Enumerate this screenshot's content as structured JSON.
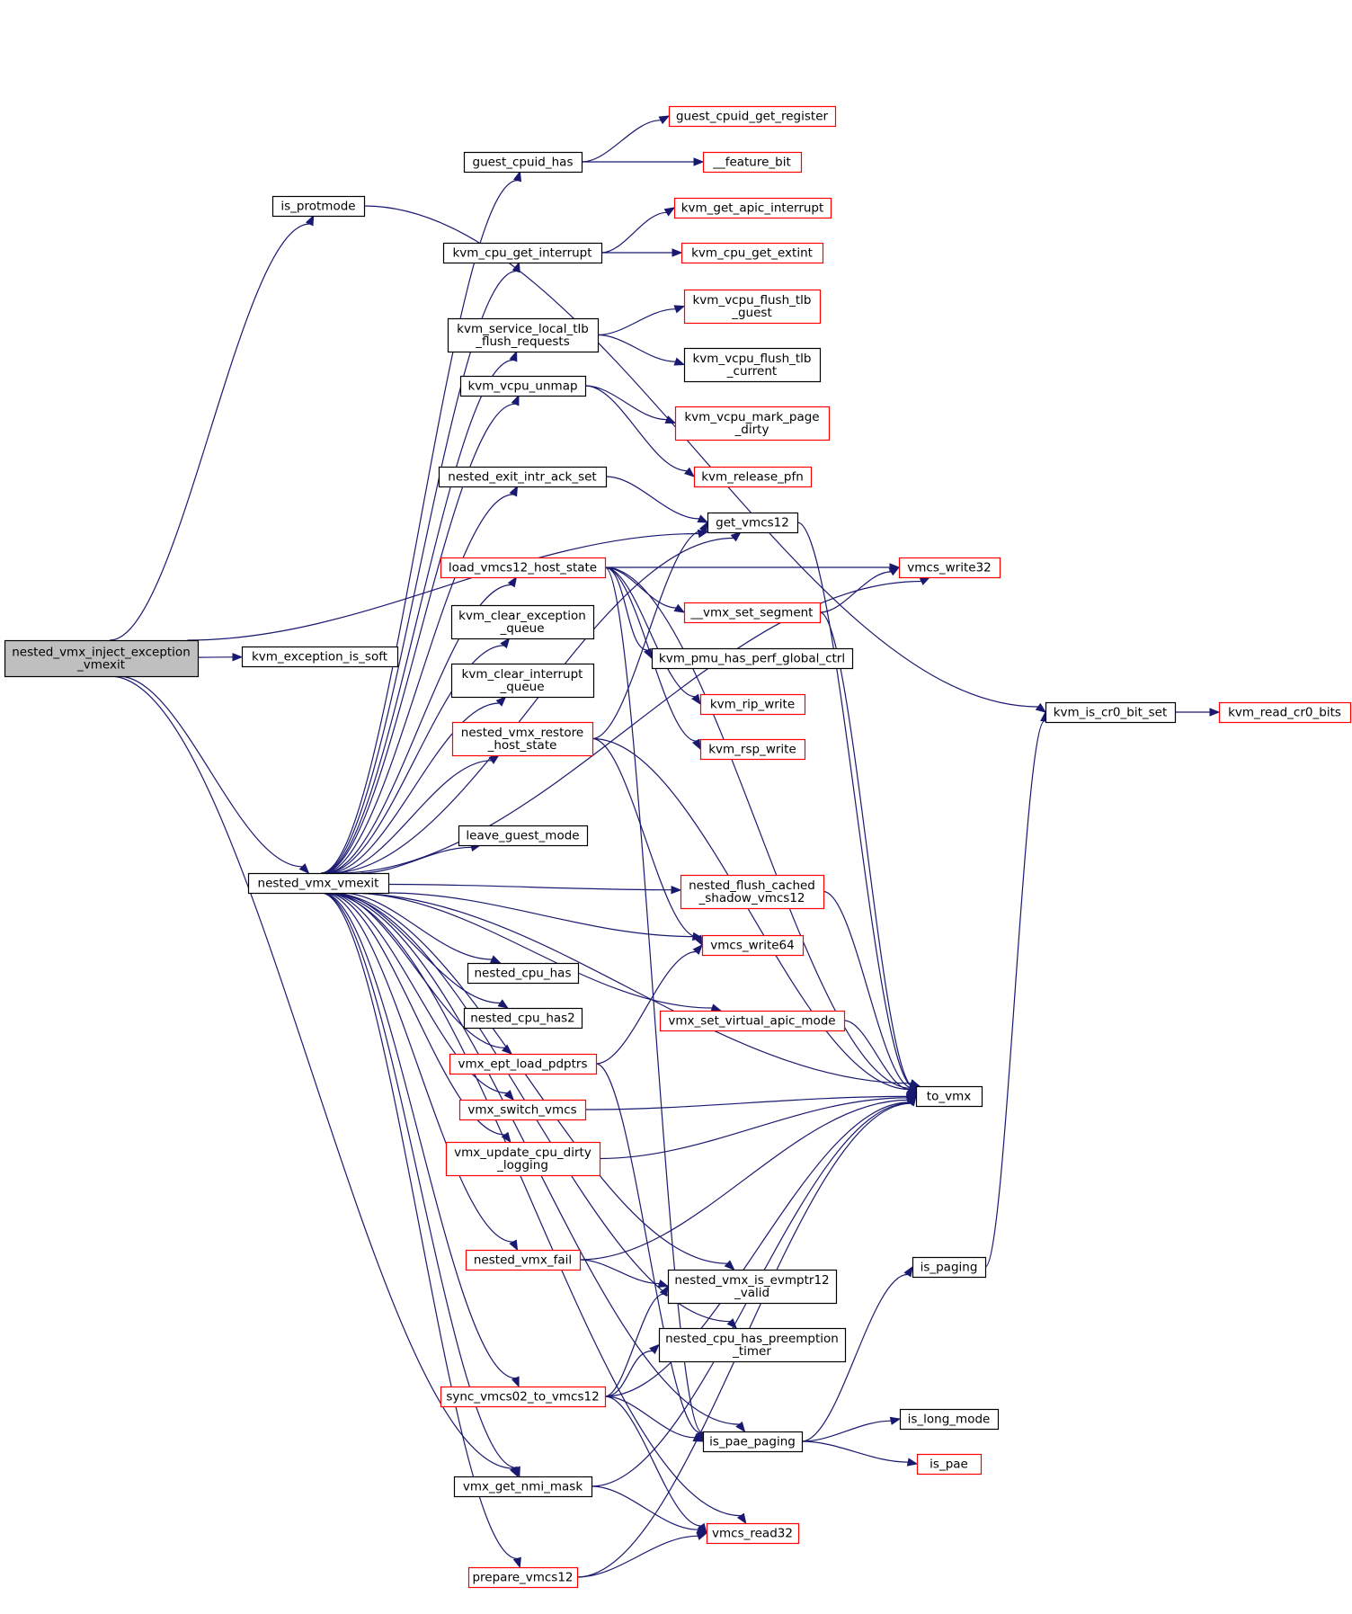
{
  "colors": {
    "edge": "#191970",
    "border_internal": "#000000",
    "border_external": "#ff0000",
    "fill_root": "#bfbfbf",
    "fill_node": "#ffffff"
  },
  "nodes": [
    {
      "id": "root",
      "lines": [
        "nested_vmx_inject_exception",
        "_vmexit"
      ],
      "kind": "root"
    },
    {
      "id": "is_protmode",
      "lines": [
        "is_protmode"
      ],
      "kind": "internal"
    },
    {
      "id": "kvm_exception_is_soft",
      "lines": [
        "kvm_exception_is_soft"
      ],
      "kind": "internal"
    },
    {
      "id": "nested_vmx_vmexit",
      "lines": [
        "nested_vmx_vmexit"
      ],
      "kind": "internal"
    },
    {
      "id": "guest_cpuid_has",
      "lines": [
        "guest_cpuid_has"
      ],
      "kind": "internal"
    },
    {
      "id": "kvm_cpu_get_interrupt",
      "lines": [
        "kvm_cpu_get_interrupt"
      ],
      "kind": "internal"
    },
    {
      "id": "kvm_service_local_tlb",
      "lines": [
        "kvm_service_local_tlb",
        "_flush_requests"
      ],
      "kind": "internal"
    },
    {
      "id": "kvm_vcpu_unmap",
      "lines": [
        "kvm_vcpu_unmap"
      ],
      "kind": "internal"
    },
    {
      "id": "nested_exit_intr_ack_set",
      "lines": [
        "nested_exit_intr_ack_set"
      ],
      "kind": "internal"
    },
    {
      "id": "load_vmcs12_host_state",
      "lines": [
        "load_vmcs12_host_state"
      ],
      "kind": "external"
    },
    {
      "id": "kvm_clear_exception",
      "lines": [
        "kvm_clear_exception",
        "_queue"
      ],
      "kind": "internal"
    },
    {
      "id": "kvm_clear_interrupt",
      "lines": [
        "kvm_clear_interrupt",
        "_queue"
      ],
      "kind": "internal"
    },
    {
      "id": "nested_vmx_restore",
      "lines": [
        "nested_vmx_restore",
        "_host_state"
      ],
      "kind": "external"
    },
    {
      "id": "leave_guest_mode",
      "lines": [
        "leave_guest_mode"
      ],
      "kind": "internal"
    },
    {
      "id": "nested_cpu_has",
      "lines": [
        "nested_cpu_has"
      ],
      "kind": "internal"
    },
    {
      "id": "nested_cpu_has2",
      "lines": [
        "nested_cpu_has2"
      ],
      "kind": "internal"
    },
    {
      "id": "vmx_ept_load_pdptrs",
      "lines": [
        "vmx_ept_load_pdptrs"
      ],
      "kind": "external"
    },
    {
      "id": "vmx_switch_vmcs",
      "lines": [
        "vmx_switch_vmcs"
      ],
      "kind": "external"
    },
    {
      "id": "vmx_update_cpu_dirty",
      "lines": [
        "vmx_update_cpu_dirty",
        "_logging"
      ],
      "kind": "external"
    },
    {
      "id": "nested_vmx_fail",
      "lines": [
        "nested_vmx_fail"
      ],
      "kind": "external"
    },
    {
      "id": "sync_vmcs02_to_vmcs12",
      "lines": [
        "sync_vmcs02_to_vmcs12"
      ],
      "kind": "external"
    },
    {
      "id": "vmx_get_nmi_mask",
      "lines": [
        "vmx_get_nmi_mask"
      ],
      "kind": "internal"
    },
    {
      "id": "prepare_vmcs12",
      "lines": [
        "prepare_vmcs12"
      ],
      "kind": "external"
    },
    {
      "id": "guest_cpuid_get_register",
      "lines": [
        "guest_cpuid_get_register"
      ],
      "kind": "external"
    },
    {
      "id": "feature_bit",
      "lines": [
        "__feature_bit"
      ],
      "kind": "external"
    },
    {
      "id": "kvm_get_apic_interrupt",
      "lines": [
        "kvm_get_apic_interrupt"
      ],
      "kind": "external"
    },
    {
      "id": "kvm_cpu_get_extint",
      "lines": [
        "kvm_cpu_get_extint"
      ],
      "kind": "external"
    },
    {
      "id": "kvm_vcpu_flush_tlb_guest",
      "lines": [
        "kvm_vcpu_flush_tlb",
        "_guest"
      ],
      "kind": "external"
    },
    {
      "id": "kvm_vcpu_flush_tlb_current",
      "lines": [
        "kvm_vcpu_flush_tlb",
        "_current"
      ],
      "kind": "internal"
    },
    {
      "id": "kvm_vcpu_mark_page_dirty",
      "lines": [
        "kvm_vcpu_mark_page",
        "_dirty"
      ],
      "kind": "external"
    },
    {
      "id": "kvm_release_pfn",
      "lines": [
        "kvm_release_pfn"
      ],
      "kind": "external"
    },
    {
      "id": "get_vmcs12",
      "lines": [
        "get_vmcs12"
      ],
      "kind": "internal"
    },
    {
      "id": "vmx_set_segment",
      "lines": [
        "__vmx_set_segment"
      ],
      "kind": "external"
    },
    {
      "id": "kvm_pmu_has_perf_global_ctrl",
      "lines": [
        "kvm_pmu_has_perf_global_ctrl"
      ],
      "kind": "internal"
    },
    {
      "id": "kvm_rip_write",
      "lines": [
        "kvm_rip_write"
      ],
      "kind": "external"
    },
    {
      "id": "kvm_rsp_write",
      "lines": [
        "kvm_rsp_write"
      ],
      "kind": "external"
    },
    {
      "id": "nested_flush_cached",
      "lines": [
        "nested_flush_cached",
        "_shadow_vmcs12"
      ],
      "kind": "external"
    },
    {
      "id": "vmcs_write64",
      "lines": [
        "vmcs_write64"
      ],
      "kind": "external"
    },
    {
      "id": "vmx_set_virtual_apic_mode",
      "lines": [
        "vmx_set_virtual_apic_mode"
      ],
      "kind": "external"
    },
    {
      "id": "nested_vmx_is_evmptr12",
      "lines": [
        "nested_vmx_is_evmptr12",
        "_valid"
      ],
      "kind": "internal"
    },
    {
      "id": "nested_cpu_has_preemption",
      "lines": [
        "nested_cpu_has_preemption",
        "_timer"
      ],
      "kind": "internal"
    },
    {
      "id": "is_pae_paging",
      "lines": [
        "is_pae_paging"
      ],
      "kind": "internal"
    },
    {
      "id": "vmcs_read32",
      "lines": [
        "vmcs_read32"
      ],
      "kind": "external"
    },
    {
      "id": "vmcs_write32",
      "lines": [
        "vmcs_write32"
      ],
      "kind": "external"
    },
    {
      "id": "to_vmx",
      "lines": [
        "to_vmx"
      ],
      "kind": "internal"
    },
    {
      "id": "is_paging",
      "lines": [
        "is_paging"
      ],
      "kind": "internal"
    },
    {
      "id": "is_long_mode",
      "lines": [
        "is_long_mode"
      ],
      "kind": "internal"
    },
    {
      "id": "is_pae",
      "lines": [
        "is_pae"
      ],
      "kind": "external"
    },
    {
      "id": "kvm_is_cr0_bit_set",
      "lines": [
        "kvm_is_cr0_bit_set"
      ],
      "kind": "internal"
    },
    {
      "id": "kvm_read_cr0_bits",
      "lines": [
        "kvm_read_cr0_bits"
      ],
      "kind": "external"
    }
  ],
  "edges": [
    [
      "root",
      "is_protmode"
    ],
    [
      "root",
      "kvm_exception_is_soft"
    ],
    [
      "root",
      "nested_vmx_vmexit"
    ],
    [
      "root",
      "get_vmcs12"
    ],
    [
      "root",
      "vmx_get_nmi_mask"
    ],
    [
      "is_protmode",
      "kvm_is_cr0_bit_set"
    ],
    [
      "nested_vmx_vmexit",
      "guest_cpuid_has"
    ],
    [
      "nested_vmx_vmexit",
      "kvm_cpu_get_interrupt"
    ],
    [
      "nested_vmx_vmexit",
      "kvm_service_local_tlb"
    ],
    [
      "nested_vmx_vmexit",
      "kvm_vcpu_unmap"
    ],
    [
      "nested_vmx_vmexit",
      "nested_exit_intr_ack_set"
    ],
    [
      "nested_vmx_vmexit",
      "load_vmcs12_host_state"
    ],
    [
      "nested_vmx_vmexit",
      "kvm_clear_exception"
    ],
    [
      "nested_vmx_vmexit",
      "kvm_clear_interrupt"
    ],
    [
      "nested_vmx_vmexit",
      "nested_vmx_restore"
    ],
    [
      "nested_vmx_vmexit",
      "leave_guest_mode"
    ],
    [
      "nested_vmx_vmexit",
      "nested_cpu_has"
    ],
    [
      "nested_vmx_vmexit",
      "nested_cpu_has2"
    ],
    [
      "nested_vmx_vmexit",
      "vmx_ept_load_pdptrs"
    ],
    [
      "nested_vmx_vmexit",
      "vmx_switch_vmcs"
    ],
    [
      "nested_vmx_vmexit",
      "vmx_update_cpu_dirty"
    ],
    [
      "nested_vmx_vmexit",
      "nested_vmx_fail"
    ],
    [
      "nested_vmx_vmexit",
      "sync_vmcs02_to_vmcs12"
    ],
    [
      "nested_vmx_vmexit",
      "vmx_get_nmi_mask"
    ],
    [
      "nested_vmx_vmexit",
      "prepare_vmcs12"
    ],
    [
      "nested_vmx_vmexit",
      "get_vmcs12"
    ],
    [
      "nested_vmx_vmexit",
      "vmcs_write32"
    ],
    [
      "nested_vmx_vmexit",
      "nested_flush_cached"
    ],
    [
      "nested_vmx_vmexit",
      "vmcs_write64"
    ],
    [
      "nested_vmx_vmexit",
      "vmx_set_virtual_apic_mode"
    ],
    [
      "nested_vmx_vmexit",
      "to_vmx"
    ],
    [
      "nested_vmx_vmexit",
      "nested_vmx_is_evmptr12"
    ],
    [
      "nested_vmx_vmexit",
      "nested_cpu_has_preemption"
    ],
    [
      "nested_vmx_vmexit",
      "is_pae_paging"
    ],
    [
      "nested_vmx_vmexit",
      "vmcs_read32"
    ],
    [
      "guest_cpuid_has",
      "guest_cpuid_get_register"
    ],
    [
      "guest_cpuid_has",
      "feature_bit"
    ],
    [
      "kvm_cpu_get_interrupt",
      "kvm_get_apic_interrupt"
    ],
    [
      "kvm_cpu_get_interrupt",
      "kvm_cpu_get_extint"
    ],
    [
      "kvm_service_local_tlb",
      "kvm_vcpu_flush_tlb_guest"
    ],
    [
      "kvm_service_local_tlb",
      "kvm_vcpu_flush_tlb_current"
    ],
    [
      "kvm_vcpu_unmap",
      "kvm_vcpu_mark_page_dirty"
    ],
    [
      "kvm_vcpu_unmap",
      "kvm_release_pfn"
    ],
    [
      "nested_exit_intr_ack_set",
      "get_vmcs12"
    ],
    [
      "load_vmcs12_host_state",
      "vmcs_write32"
    ],
    [
      "load_vmcs12_host_state",
      "vmx_set_segment"
    ],
    [
      "load_vmcs12_host_state",
      "kvm_pmu_has_perf_global_ctrl"
    ],
    [
      "load_vmcs12_host_state",
      "kvm_rip_write"
    ],
    [
      "load_vmcs12_host_state",
      "kvm_rsp_write"
    ],
    [
      "load_vmcs12_host_state",
      "to_vmx"
    ],
    [
      "load_vmcs12_host_state",
      "is_pae_paging"
    ],
    [
      "nested_vmx_restore",
      "get_vmcs12"
    ],
    [
      "nested_vmx_restore",
      "vmcs_write64"
    ],
    [
      "nested_vmx_restore",
      "to_vmx"
    ],
    [
      "vmx_ept_load_pdptrs",
      "vmcs_write64"
    ],
    [
      "vmx_ept_load_pdptrs",
      "is_pae_paging"
    ],
    [
      "vmx_switch_vmcs",
      "to_vmx"
    ],
    [
      "vmx_update_cpu_dirty",
      "to_vmx"
    ],
    [
      "nested_vmx_fail",
      "to_vmx"
    ],
    [
      "nested_vmx_fail",
      "nested_vmx_is_evmptr12"
    ],
    [
      "sync_vmcs02_to_vmcs12",
      "nested_vmx_is_evmptr12"
    ],
    [
      "sync_vmcs02_to_vmcs12",
      "nested_cpu_has_preemption"
    ],
    [
      "sync_vmcs02_to_vmcs12",
      "is_pae_paging"
    ],
    [
      "sync_vmcs02_to_vmcs12",
      "vmcs_read32"
    ],
    [
      "sync_vmcs02_to_vmcs12",
      "to_vmx"
    ],
    [
      "vmx_get_nmi_mask",
      "vmcs_read32"
    ],
    [
      "vmx_get_nmi_mask",
      "to_vmx"
    ],
    [
      "prepare_vmcs12",
      "vmcs_read32"
    ],
    [
      "prepare_vmcs12",
      "to_vmx"
    ],
    [
      "get_vmcs12",
      "to_vmx"
    ],
    [
      "vmx_set_segment",
      "vmcs_write32"
    ],
    [
      "vmx_set_segment",
      "to_vmx"
    ],
    [
      "nested_flush_cached",
      "to_vmx"
    ],
    [
      "vmx_set_virtual_apic_mode",
      "to_vmx"
    ],
    [
      "is_pae_paging",
      "is_paging"
    ],
    [
      "is_pae_paging",
      "is_long_mode"
    ],
    [
      "is_pae_paging",
      "is_pae"
    ],
    [
      "is_paging",
      "kvm_is_cr0_bit_set"
    ],
    [
      "kvm_is_cr0_bit_set",
      "kvm_read_cr0_bits"
    ],
    [
      "vmcs_write32",
      "vmcs_write32"
    ]
  ]
}
